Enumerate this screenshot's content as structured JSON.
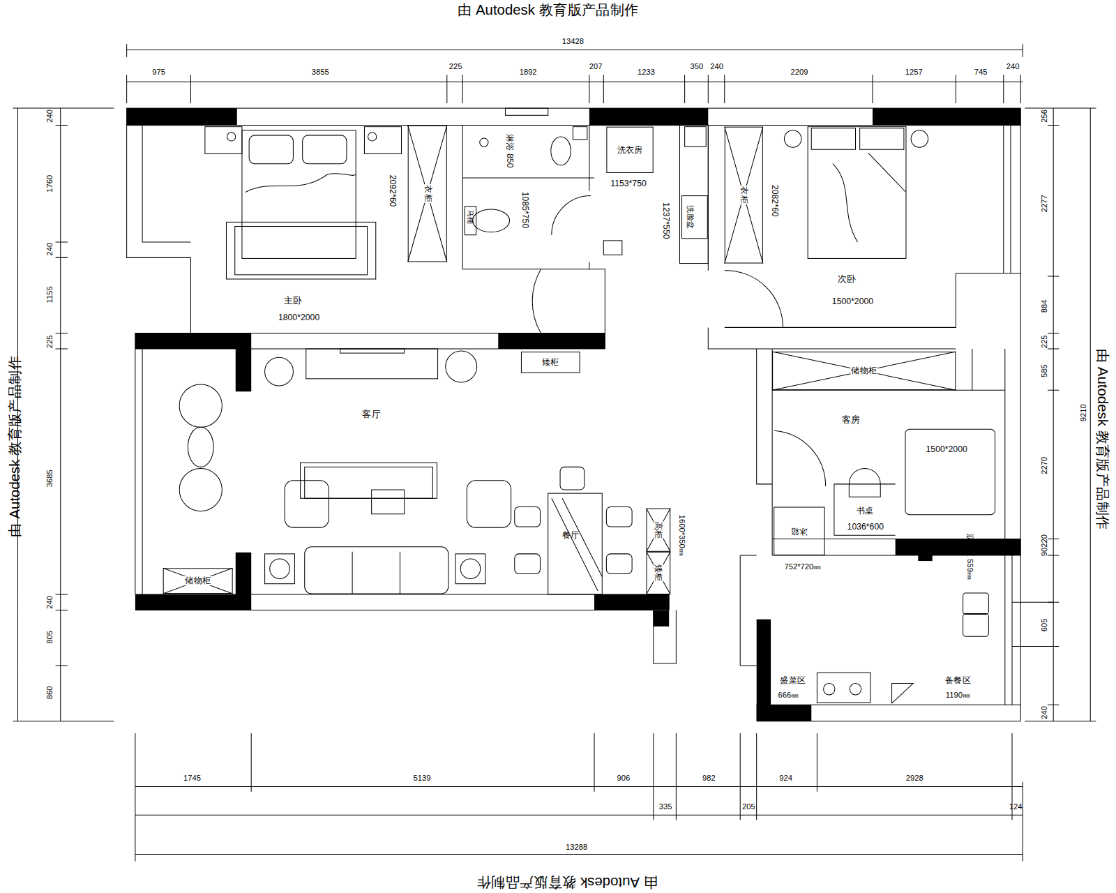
{
  "diagram": {
    "nodes": [
      {
        "text": [
          "衣柜"
        ]
      },
      {
        "text": [
          "洗衣房"
        ]
      },
      {
        "text": [
          "衣柜"
        ]
      },
      {
        "text": [
          "矮柜"
        ]
      },
      {
        "text": [
          "储物柜"
        ]
      },
      {
        "text": [
          "高柜"
        ]
      },
      {
        "text": [
          "矮柜"
        ]
      },
      {
        "text": [
          "冰箱"
        ]
      },
      {
        "text": [
          "储物柜"
        ]
      }
    ],
    "labels": [
      "由 Autodesk 教育版产品制作",
      "13428",
      "975",
      "3855",
      "225",
      "1892",
      "207",
      "1233",
      "350",
      "240",
      "2209",
      "1257",
      "745",
      "240",
      "240",
      "1760",
      "240",
      "1155",
      "225",
      "3685",
      "240",
      "805",
      "860",
      "256",
      "2277",
      "884",
      "225",
      "585",
      "9210",
      "2270",
      "90220",
      "605",
      "240",
      "1745",
      "5139",
      "906",
      "982",
      "924",
      "2928",
      "335",
      "205",
      "124",
      "13288",
      "由 Autodesk 教育版产品制作",
      "由 Autodesk 教育版产品制作",
      "由 Autodesk 教育版产品制作",
      "主卧",
      "1800*2000",
      "淋浴 850",
      "马桶",
      "1085*750",
      "1153*750",
      "1237*550",
      "洗脸盆",
      "2092*60",
      "2082*60",
      "次卧",
      "1500*2000",
      "客厅",
      "客房",
      "1500*2000",
      "书桌",
      "1036*600",
      "752*720㎜",
      "餐厅",
      "1600*350㎜",
      "沥水区 559㎜",
      "盛菜区",
      "666㎜",
      "备餐区",
      "1190㎜"
    ]
  }
}
